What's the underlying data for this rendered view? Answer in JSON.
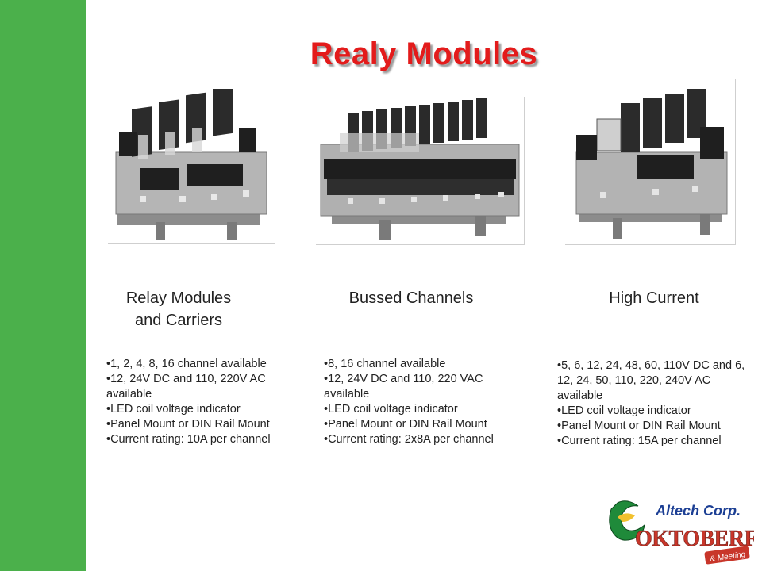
{
  "title": "Realy Modules",
  "columns": [
    {
      "heading": "Relay Modules and Carriers",
      "bullets": [
        "1, 2, 4, 8, 16 channel available",
        "12, 24V DC and 110, 220V AC available",
        "LED coil voltage indicator",
        "Panel Mount or DIN Rail Mount",
        "Current rating: 10A per channel"
      ]
    },
    {
      "heading": "Bussed Channels",
      "bullets": [
        "8, 16 channel available",
        "12, 24V DC and 110, 220 VAC available",
        "LED coil voltage indicator",
        "Panel Mount or DIN Rail Mount",
        "Current rating: 2x8A per channel"
      ]
    },
    {
      "heading": "High Current",
      "bullets": [
        "5, 6, 12, 24, 48, 60, 110V DC and 6, 12, 24, 50, 110, 220, 240V AC available",
        "LED coil voltage indicator",
        "Panel Mount or DIN Rail Mount",
        "Current rating: 15A per channel"
      ]
    }
  ],
  "logo": {
    "company": "Altech Corp.",
    "event": "OKTOBERFEST",
    "tagline": "& Meeting"
  },
  "colors": {
    "sidebar": "#4bb04b",
    "title": "#e31b1b",
    "logo_blue": "#1c3f94",
    "logo_red": "#c8362a"
  }
}
